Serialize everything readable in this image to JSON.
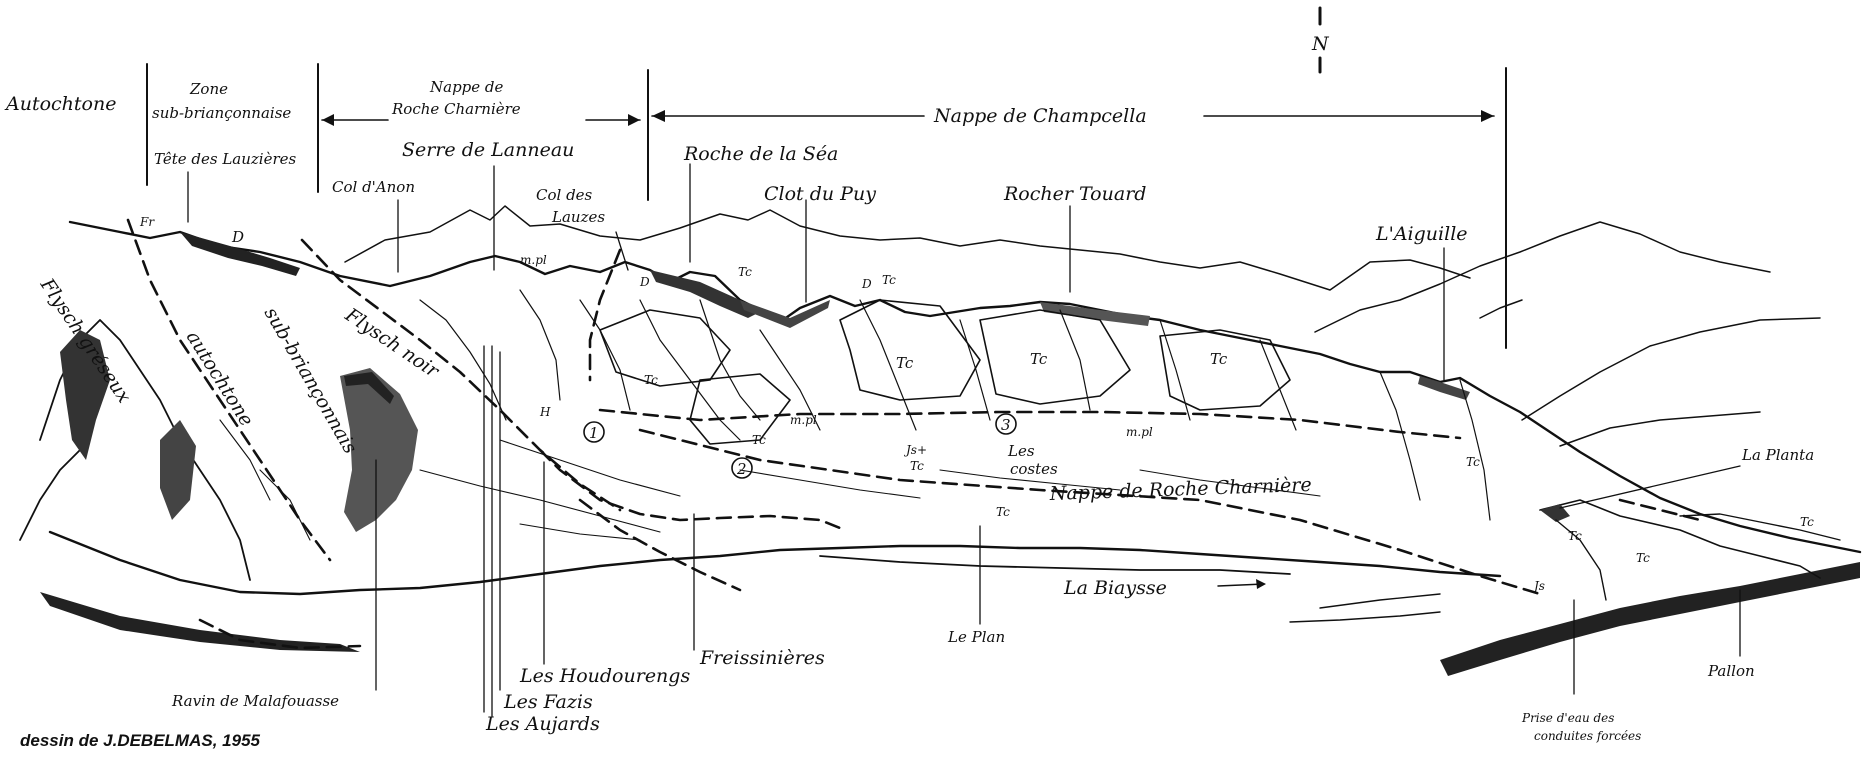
{
  "north": {
    "letter": "N"
  },
  "zones": {
    "autochtone": "Autochtone",
    "sub_line1": "Zone",
    "sub_line2": "sub-briançonnaise",
    "rc_line1": "Nappe de",
    "rc_line2": "Roche Charnière",
    "champcella": "Nappe de Champcella"
  },
  "peaks": {
    "tete_lauzieres": "Tête des Lauzières",
    "serre_lanneau": "Serre de Lanneau",
    "col_anon": "Col d'Anon",
    "col_lauzes_1": "Col des",
    "col_lauzes_2": "Lauzes",
    "roche_sea": "Roche de la Séa",
    "clot_puy": "Clot du Puy",
    "rocher_touard": "Rocher Touard",
    "aiguille": "L'Aiguille"
  },
  "slopes": {
    "flysch_greseux": "Flysch gréseux",
    "autochtone": "autochtone",
    "sub_brianconnais": "sub-briançonnais",
    "flysch_noir": "Flysch noir",
    "nappe_rc": "Nappe de Roche Charnière"
  },
  "lower": {
    "la_planta": "La Planta",
    "la_biaysse": "La Biaysse",
    "les_costes_1": "Les",
    "les_costes_2": "costes",
    "freissinieres": "Freissinières",
    "le_plan": "Le Plan",
    "les_houdourengs": "Les Houdourengs",
    "les_fazis": "Les Fazis",
    "les_aujards": "Les Aujards",
    "ravin": "Ravin de Malafouasse",
    "pallon": "Pallon",
    "prise_1": "Prise d'eau des",
    "prise_2": "conduites forcées"
  },
  "symbols": {
    "tc": "Tc",
    "d": "D",
    "mpl": "m.pl",
    "js": "Js",
    "jstc_1": "Js+",
    "jstc_2": "Tc",
    "h": "H",
    "fr": "Fr",
    "n1": "1",
    "n2": "2",
    "n3": "3"
  },
  "credit": "dessin de J.DEBELMAS, 1955"
}
